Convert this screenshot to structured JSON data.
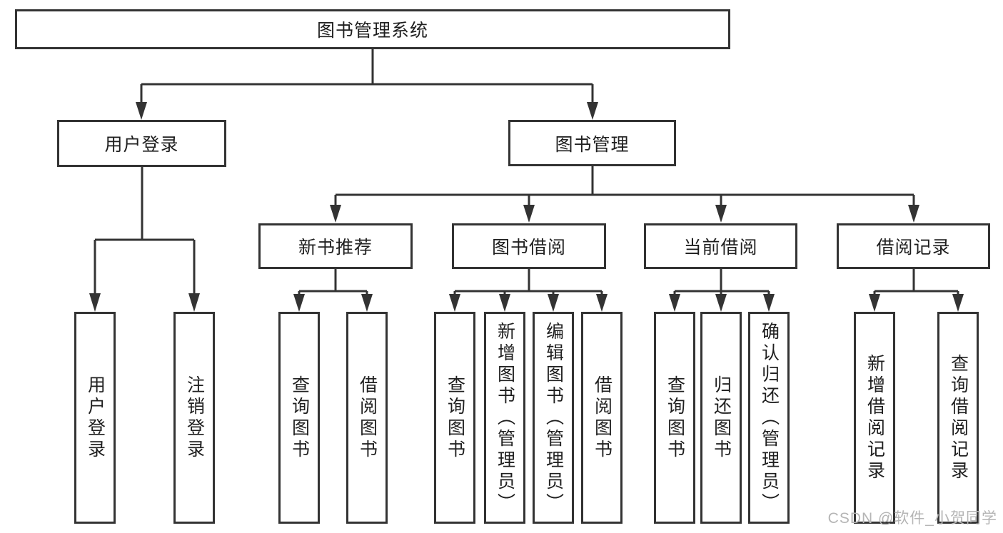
{
  "diagram": {
    "title": "图书管理系统",
    "level2": {
      "user_login": "用户登录",
      "book_management": "图书管理"
    },
    "level3": {
      "new_book_recommend": "新书推荐",
      "book_borrowing": "图书借阅",
      "current_borrowing": "当前借阅",
      "borrowing_records": "借阅记录"
    },
    "leaves": {
      "user_login_login": "用户登录",
      "user_login_logout": "注销登录",
      "recommend_query_book": "查询图书",
      "recommend_borrow_book": "借阅图书",
      "borrowing_query_book": "查询图书",
      "borrowing_add_book": "新增图书（管理员）",
      "borrowing_edit_book": "编辑图书（管理员）",
      "borrowing_borrow_book": "借阅图书",
      "current_query_book": "查询图书",
      "current_return_book": "归还图书",
      "current_confirm_return": "确认归还（管理员）",
      "records_add_record": "新增借阅记录",
      "records_query_record": "查询借阅记录"
    }
  },
  "watermark": "CSDN @软件_小贺同学",
  "colors": {
    "line": "#333333",
    "text": "#1f1f1f",
    "watermark": "#b5b5b5",
    "background": "#ffffff"
  }
}
